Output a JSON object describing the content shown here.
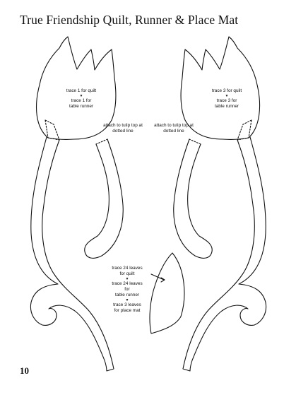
{
  "page": {
    "title": "True Friendship Quilt, Runner & Place Mat",
    "page_number": "10"
  },
  "left_tulip": {
    "note_line1": "trace 1 for quilt",
    "note_arrow": "▼",
    "note_line2": "trace 1 for",
    "note_line3": "table runner"
  },
  "right_tulip": {
    "note_line1": "trace 3 for quilt",
    "note_arrow": "▼",
    "note_line2": "trace 3 for",
    "note_line3": "table runner"
  },
  "left_stem_note": {
    "line1": "attach to tulip top at",
    "line2": "dotted line"
  },
  "right_stem_note": {
    "line1": "attach to tulip top at",
    "line2": "dotted line"
  },
  "leaf": {
    "line1": "trace 24 leaves",
    "line2": "for quilt",
    "arrow1": "▼",
    "line3": "trace 24 leaves",
    "line4": "for",
    "line5": "table runner",
    "arrow2": "▼",
    "line6": "trace 3 leaves",
    "line7": "for place mat"
  },
  "colors": {
    "ink": "#111111",
    "paper": "#ffffff"
  }
}
